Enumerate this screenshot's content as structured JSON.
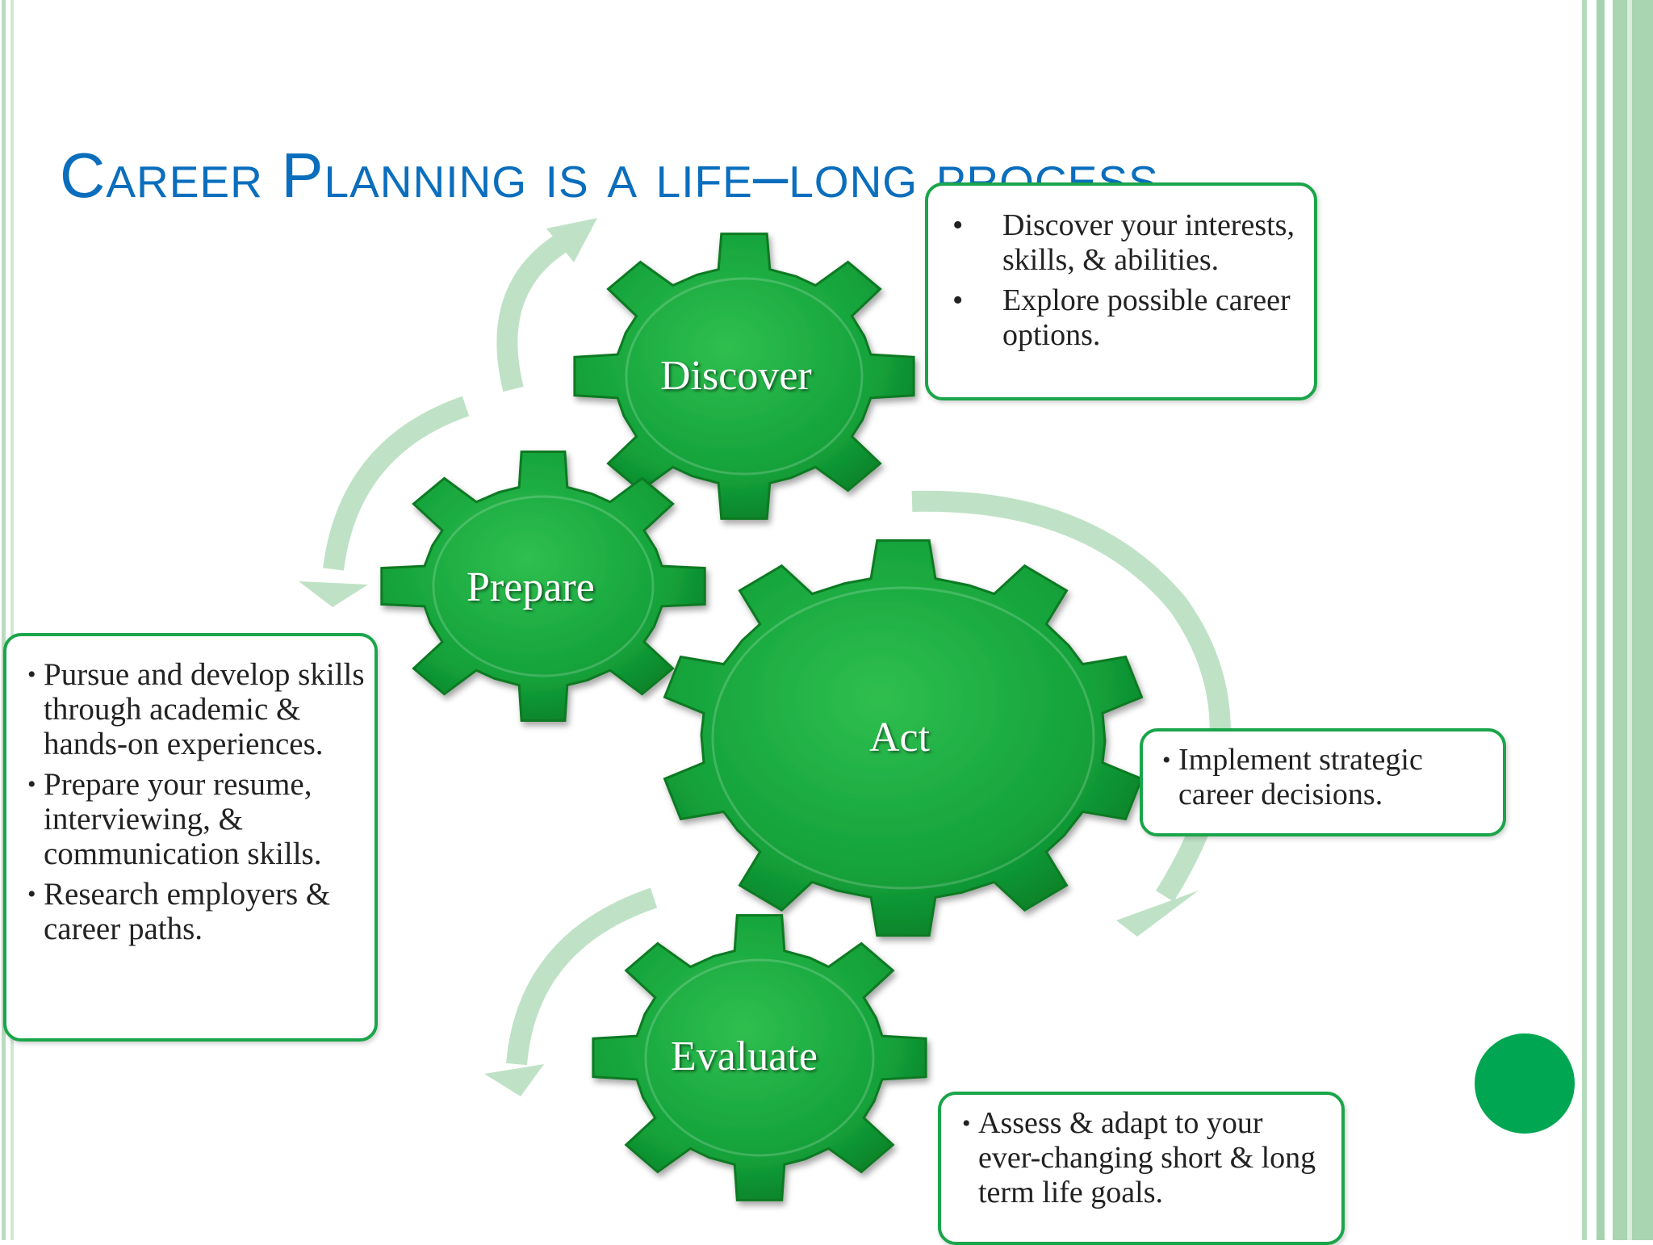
{
  "title": "Career Planning is a life–long process",
  "colors": {
    "gear": "#12a23a",
    "gear_dark": "#0a7a24",
    "arrow": "#bfe2c6",
    "callout_border": "#1aa54a",
    "title": "#0a6ebd",
    "dot": "#00a651"
  },
  "gears": [
    {
      "key": "discover",
      "label": "Discover"
    },
    {
      "key": "prepare",
      "label": "Prepare"
    },
    {
      "key": "act",
      "label": "Act"
    },
    {
      "key": "evaluate",
      "label": "Evaluate"
    }
  ],
  "callouts": {
    "discover": {
      "items": [
        "Discover your interests, skills, & abilities.",
        "Explore possible career options."
      ]
    },
    "prepare": {
      "items": [
        "Pursue and develop skills through academic & hands-on experiences.",
        "Prepare your resume, interviewing, & communication skills.",
        "Research employers & career paths."
      ]
    },
    "act": {
      "items": [
        "Implement strategic career decisions."
      ]
    },
    "evaluate": {
      "items": [
        "Assess & adapt to your ever-changing short & long term life goals."
      ]
    }
  }
}
